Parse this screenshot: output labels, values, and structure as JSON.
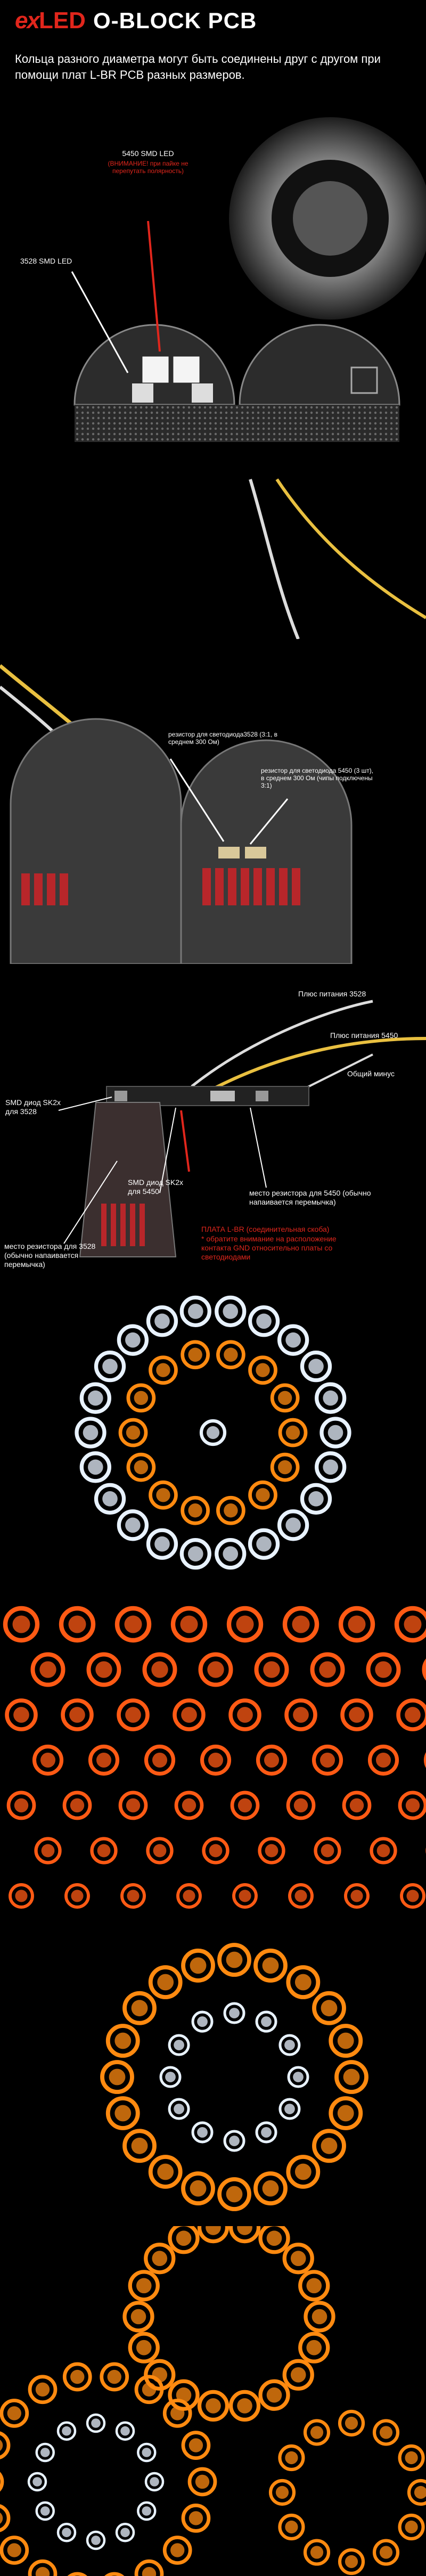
{
  "header": {
    "brand_ex": "ex",
    "brand_led": "LED",
    "title": "O-BLOCK PCB",
    "intro": "Кольца разного диаметра могут быть соединены друг с другом при помощи плат L-BR PCB разных размеров."
  },
  "photo1": {
    "label_5450": "5450 SMD LED",
    "label_5450_note": "(ВНИМАНИЕ! при пайке не перепутать полярность)",
    "label_3528": "3528 SMD LED"
  },
  "photo2": {
    "label_res_3528": "резистор для светодиода3528 (3:1, в среднем 300 Ом)",
    "label_res_5450": "резистор для светодиода 5450 (3 шт), в среднем 300 Ом (чипы подключены 3:1)"
  },
  "photo3": {
    "plus_3528": "Плюс питания 3528",
    "plus_5450": "Плюс питания 5450",
    "common_minus": "Общий минус",
    "diode_3528": "SMD диод SK2x для 3528",
    "diode_5450": "SMD диод SK2x для 5450",
    "res_place_5450": "место резистора для 5450 (обычно напаивается перемычка)",
    "res_place_3528": "место резистора для 3528 (обычно напаивается перемычка)",
    "lbr_title": "ПЛАТА L-BR (соединительная скоба)",
    "lbr_note": "* обратите внимание на расположение контакта GND относительно платы со светодиодами"
  },
  "colors": {
    "accent": "#e1261c",
    "amber": "#ff8a10",
    "white_led": "#e8f2ff"
  }
}
